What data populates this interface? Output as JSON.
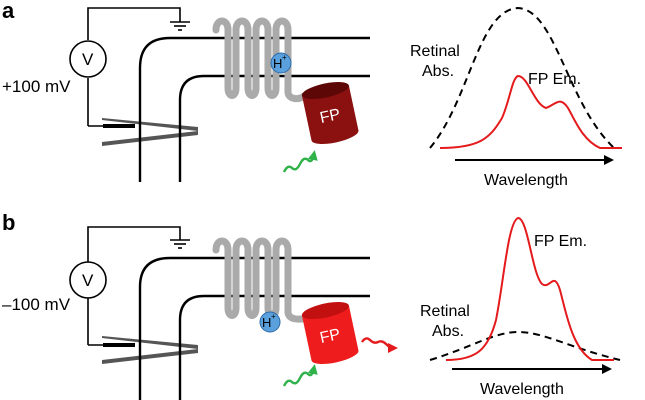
{
  "panels": [
    {
      "label": "a",
      "voltage": "+100 mV",
      "meter_letter": "V",
      "ion_label": "H",
      "ion_charge": "+",
      "protein_label": "FP",
      "retinal_label_line1": "Retinal",
      "retinal_label_line2": "Abs.",
      "emission_label": "FP Em.",
      "x_axis_label": "Wavelength",
      "colors": {
        "fp_body": "#8b1010",
        "fp_top": "#5e0707",
        "emission": "#e41a1c",
        "excitation_arrow": "#2fb24a",
        "ion": "#5aa0dc"
      }
    },
    {
      "label": "b",
      "voltage": "–100 mV",
      "meter_letter": "V",
      "ion_label": "H",
      "ion_charge": "+",
      "protein_label": "FP",
      "retinal_label_line1": "Retinal",
      "retinal_label_line2": "Abs.",
      "emission_label": "FP Em.",
      "x_axis_label": "Wavelength",
      "colors": {
        "fp_body": "#ee1c1c",
        "fp_top": "#c20f0f",
        "emission": "#e41a1c",
        "excitation_arrow": "#2fb24a",
        "emitted_arrow": "#e41a1c",
        "ion": "#5aa0dc"
      }
    }
  ]
}
